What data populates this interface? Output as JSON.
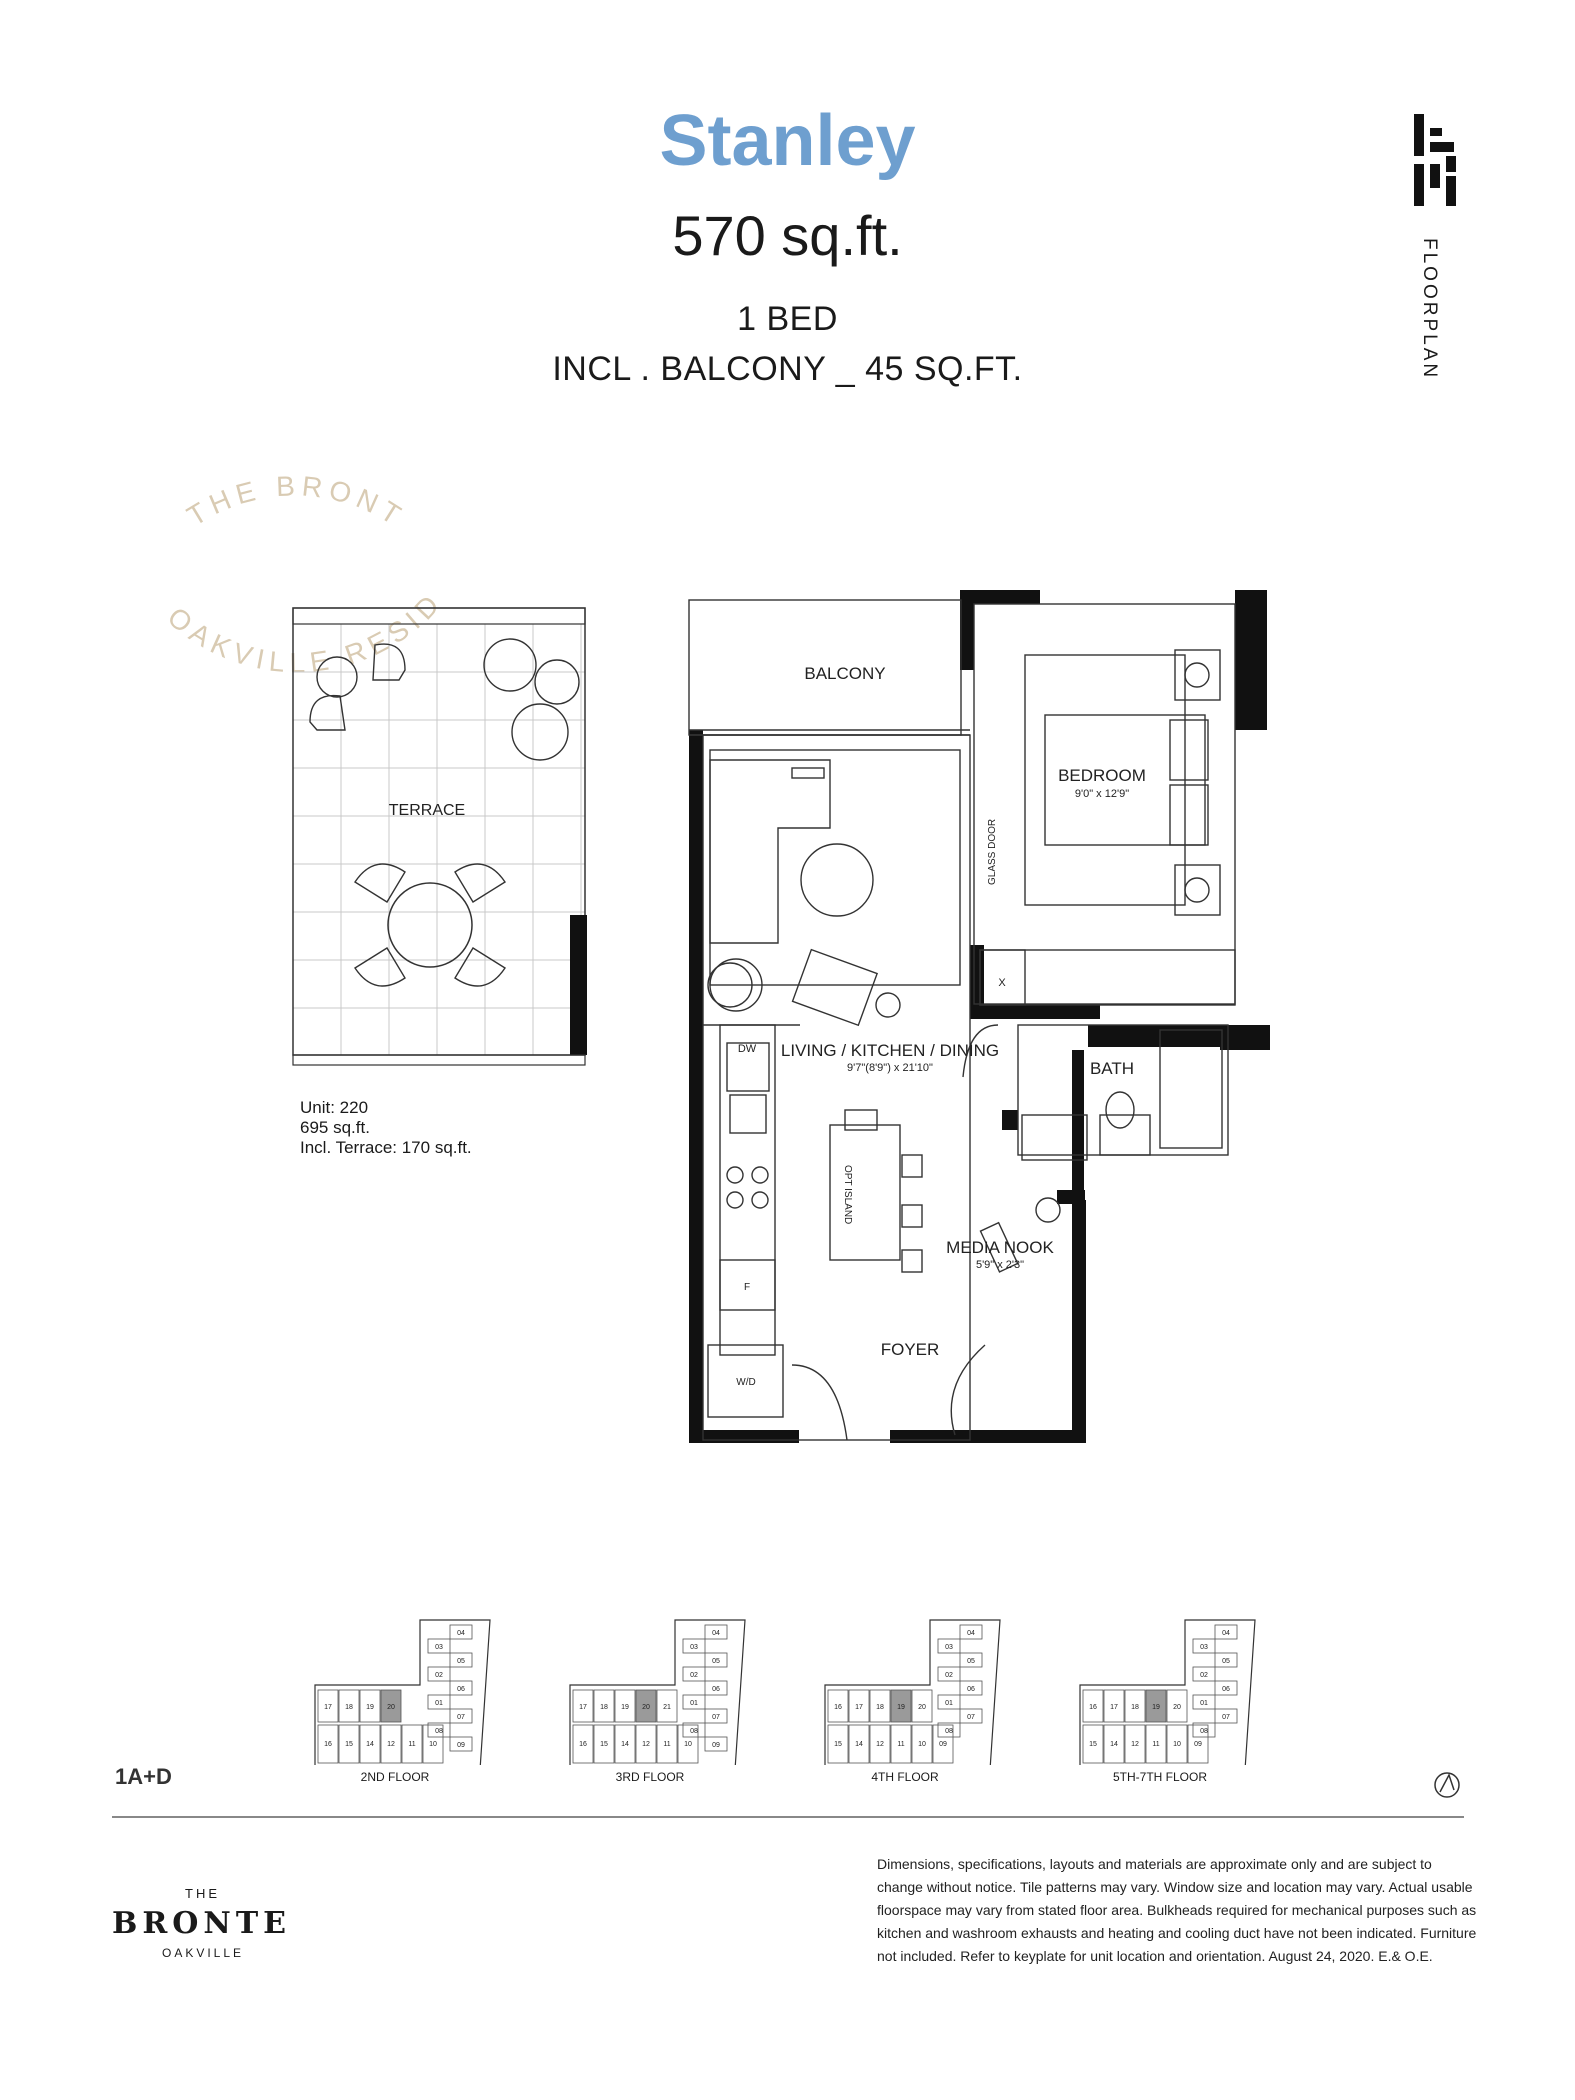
{
  "header": {
    "title": "Stanley",
    "area": "570 sq.ft.",
    "bedrooms": "1 BED",
    "balcony_note": "INCL . BALCONY _ 45 SQ.FT.",
    "vertical_label": "FLOORPLAN"
  },
  "watermark": {
    "top_arc": "THE BRONTE",
    "bottom_arc": "OAKVILLE RESIDENCES"
  },
  "terrace_plan": {
    "label": "TERRACE",
    "unit": "Unit: 220",
    "area": "695 sq.ft.",
    "terrace_area": "Incl. Terrace: 170 sq.ft."
  },
  "plan": {
    "balcony": "BALCONY",
    "bedroom": "BEDROOM",
    "bedroom_dims": "9'0\" x 12'9\"",
    "glass_door": "GLASS DOOR",
    "living": "LIVING / KITCHEN / DINING",
    "living_dims": "9'7\"(8'9\") x 21'10\"",
    "bath": "BATH",
    "dw": "DW",
    "island": "OPT ISLAND",
    "media": "MEDIA NOOK",
    "media_dims": "5'9\" x 2'3\"",
    "fridge": "F",
    "wd": "W/D",
    "foyer": "FOYER",
    "closet_x": "X"
  },
  "keyplans": [
    {
      "label": "2ND FLOOR",
      "rows": [
        [
          "17",
          "18",
          "19",
          "20"
        ],
        [
          "16",
          "15",
          "14",
          "12",
          "11",
          "10"
        ]
      ],
      "east": [
        "04",
        "03",
        "05",
        "02",
        "06",
        "01",
        "07",
        "08",
        "09"
      ]
    },
    {
      "label": "3RD FLOOR",
      "rows": [
        [
          "17",
          "18",
          "19",
          "20",
          "21"
        ],
        [
          "16",
          "15",
          "14",
          "12",
          "11",
          "10"
        ]
      ],
      "east": [
        "04",
        "03",
        "05",
        "02",
        "06",
        "01",
        "07",
        "08",
        "09"
      ]
    },
    {
      "label": "4TH FLOOR",
      "rows": [
        [
          "16",
          "17",
          "18",
          "19",
          "20"
        ],
        [
          "15",
          "14",
          "12",
          "11",
          "10",
          "09"
        ]
      ],
      "east": [
        "04",
        "03",
        "05",
        "02",
        "06",
        "01",
        "07",
        "08"
      ]
    },
    {
      "label": "5TH-7TH FLOOR",
      "rows": [
        [
          "16",
          "17",
          "18",
          "19",
          "20"
        ],
        [
          "15",
          "14",
          "12",
          "11",
          "10",
          "09"
        ]
      ],
      "east": [
        "04",
        "03",
        "05",
        "02",
        "06",
        "01",
        "07",
        "08"
      ]
    }
  ],
  "footer": {
    "unit_code": "1A+D",
    "brand_the": "THE",
    "brand_name": "BRONTE",
    "brand_location": "OAKVILLE",
    "disclaimer": "Dimensions, specifications, layouts and materials are approximate only and are subject to change without notice. Tile patterns may vary. Window size and location may vary. Actual usable floorspace may vary from stated floor area. Bulkheads required for mechanical purposes such as kitchen and washroom exhausts and heating and cooling duct have not been indicated.  Furniture not included. Refer to keyplate for unit location and orientation. August 24, 2020. E.& O.E."
  },
  "colors": {
    "title": "#6e9fcf",
    "watermark": "#d9cbb3",
    "walls": "#111111",
    "highlight": "#9a9a9a"
  }
}
